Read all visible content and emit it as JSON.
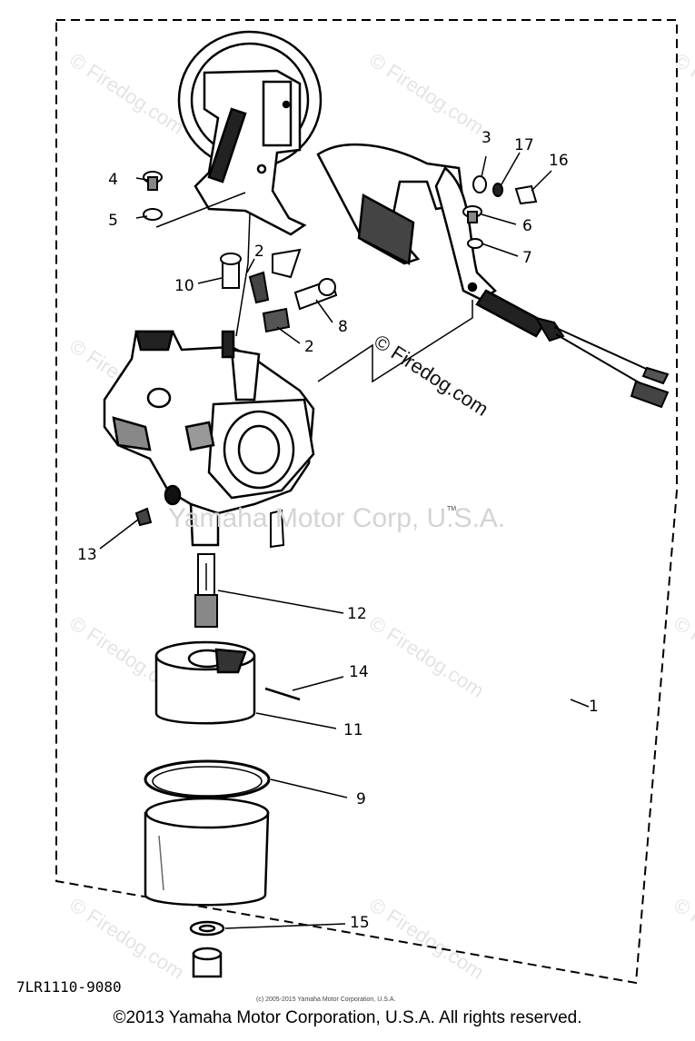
{
  "diagram": {
    "part_code": "7LR1110-9080",
    "watermark": "© Firedog.com",
    "corp_watermark": "Yamaha Motor Corp, U.S.A.",
    "trademark": "TM",
    "small_copyright": "(c) 2005-2015 Yamaha Motor Corporation, U.S.A.",
    "callouts": {
      "c1": "1",
      "c2a": "2",
      "c2b": "2",
      "c3": "3",
      "c4": "4",
      "c5": "5",
      "c6": "6",
      "c7": "7",
      "c8": "8",
      "c9": "9",
      "c10": "10",
      "c11": "11",
      "c12": "12",
      "c13": "13",
      "c14": "14",
      "c15": "15",
      "c16": "16",
      "c17": "17"
    }
  },
  "footer": {
    "copyright": "©2013 Yamaha Motor Corporation, U.S.A. All rights reserved."
  }
}
